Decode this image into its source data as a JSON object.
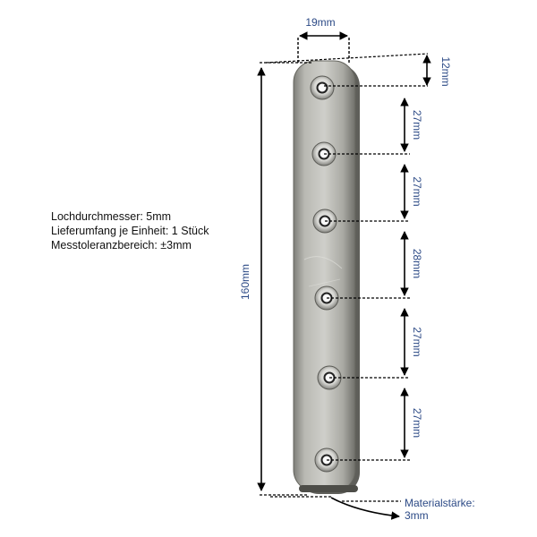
{
  "diagram": {
    "specs": [
      "Lochdurchmesser: 5mm",
      "Lieferumfang je Einheit: 1 Stück",
      "Messtoleranzbereich: ±3mm"
    ],
    "dimensions": {
      "width": "19mm",
      "hole_top_offset": "12mm",
      "spacing": [
        "27mm",
        "27mm",
        "28mm",
        "27mm",
        "27mm"
      ],
      "length": "160mm",
      "material_thickness_label": "Materialstärke:",
      "material_thickness_value": "3mm"
    },
    "colors": {
      "dimension_text": "#2c4a86",
      "plate_light": "#c9c9c4",
      "plate_dark": "#8c8c86",
      "arrow": "#000000"
    }
  }
}
